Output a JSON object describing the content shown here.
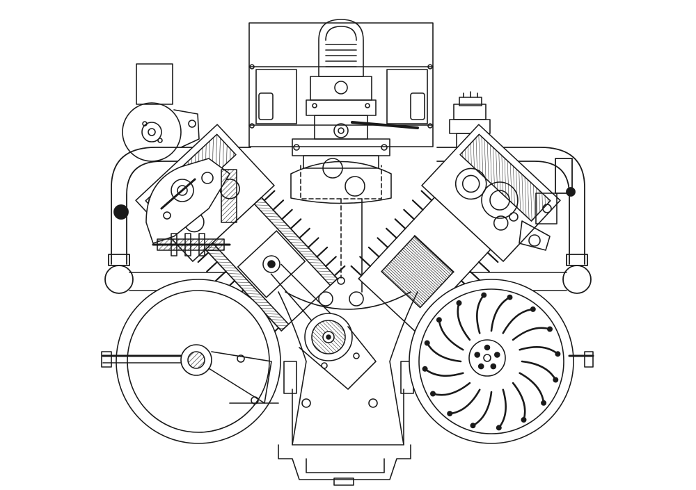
{
  "figure": {
    "kind": "engine-cross-section",
    "colors": {
      "background": "#ffffff",
      "line": "#1a1a1a",
      "hatch": "#2a2a2a",
      "fill_dark": "#3a3a3a"
    }
  },
  "parts": {
    "fan_blade_count": 16,
    "hub_bolt_count": 5,
    "cylinder_fin_count": 9
  }
}
